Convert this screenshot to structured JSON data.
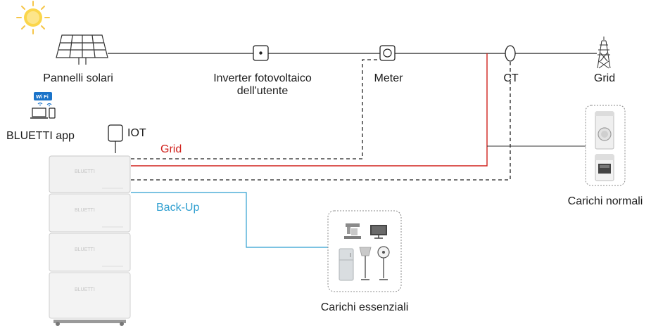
{
  "nodes": {
    "solar_panels": "Pannelli solari",
    "user_inverter_line1": "Inverter fotovoltaico",
    "user_inverter_line2": "dell'utente",
    "meter": "Meter",
    "ct": "CT",
    "grid": "Grid",
    "app": "BLUETTI app",
    "iot": "IOT",
    "normal_loads": "Carichi normali",
    "essential_loads": "Carichi essenziali"
  },
  "lines": {
    "grid_label": "Grid",
    "backup_label": "Back-Up"
  },
  "device": {
    "brand": "BLUETTI"
  },
  "wifi_badge": "Wi Fi",
  "colors": {
    "grid_line": "#d0211c",
    "backup_line": "#2f9fd0",
    "main_line": "#222222",
    "dashed_line": "#222222"
  }
}
